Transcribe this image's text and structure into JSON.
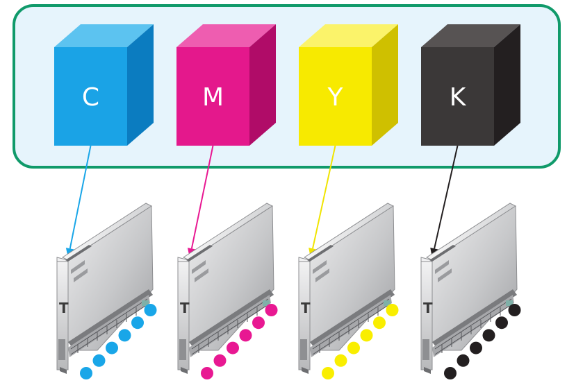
{
  "inks": [
    {
      "label": "C",
      "front": "#1aa3e6",
      "top": "#5cc3f0",
      "side": "#0b7cc0",
      "dot": "#19a6e8",
      "arrow": "#19a6e8"
    },
    {
      "label": "M",
      "front": "#e4188c",
      "top": "#ee5db0",
      "side": "#b00c68",
      "dot": "#e81892",
      "arrow": "#e81892"
    },
    {
      "label": "Y",
      "front": "#f7ea00",
      "top": "#fbf36a",
      "side": "#cfc000",
      "dot": "#f9ee00",
      "arrow": "#f0e400"
    },
    {
      "label": "K",
      "front": "#3b3838",
      "top": "#575353",
      "side": "#231f20",
      "dot": "#231f20",
      "arrow": "#231f20"
    }
  ],
  "colors": {
    "panel_fill": "#e6f4fc",
    "panel_border": "#109a6a",
    "head_body": "#c9cacc",
    "head_top": "#e9e9ea",
    "head_dark": "#6d6e71"
  },
  "icons": [
    "ink-cube",
    "print-head",
    "ink-dot",
    "arrow"
  ]
}
